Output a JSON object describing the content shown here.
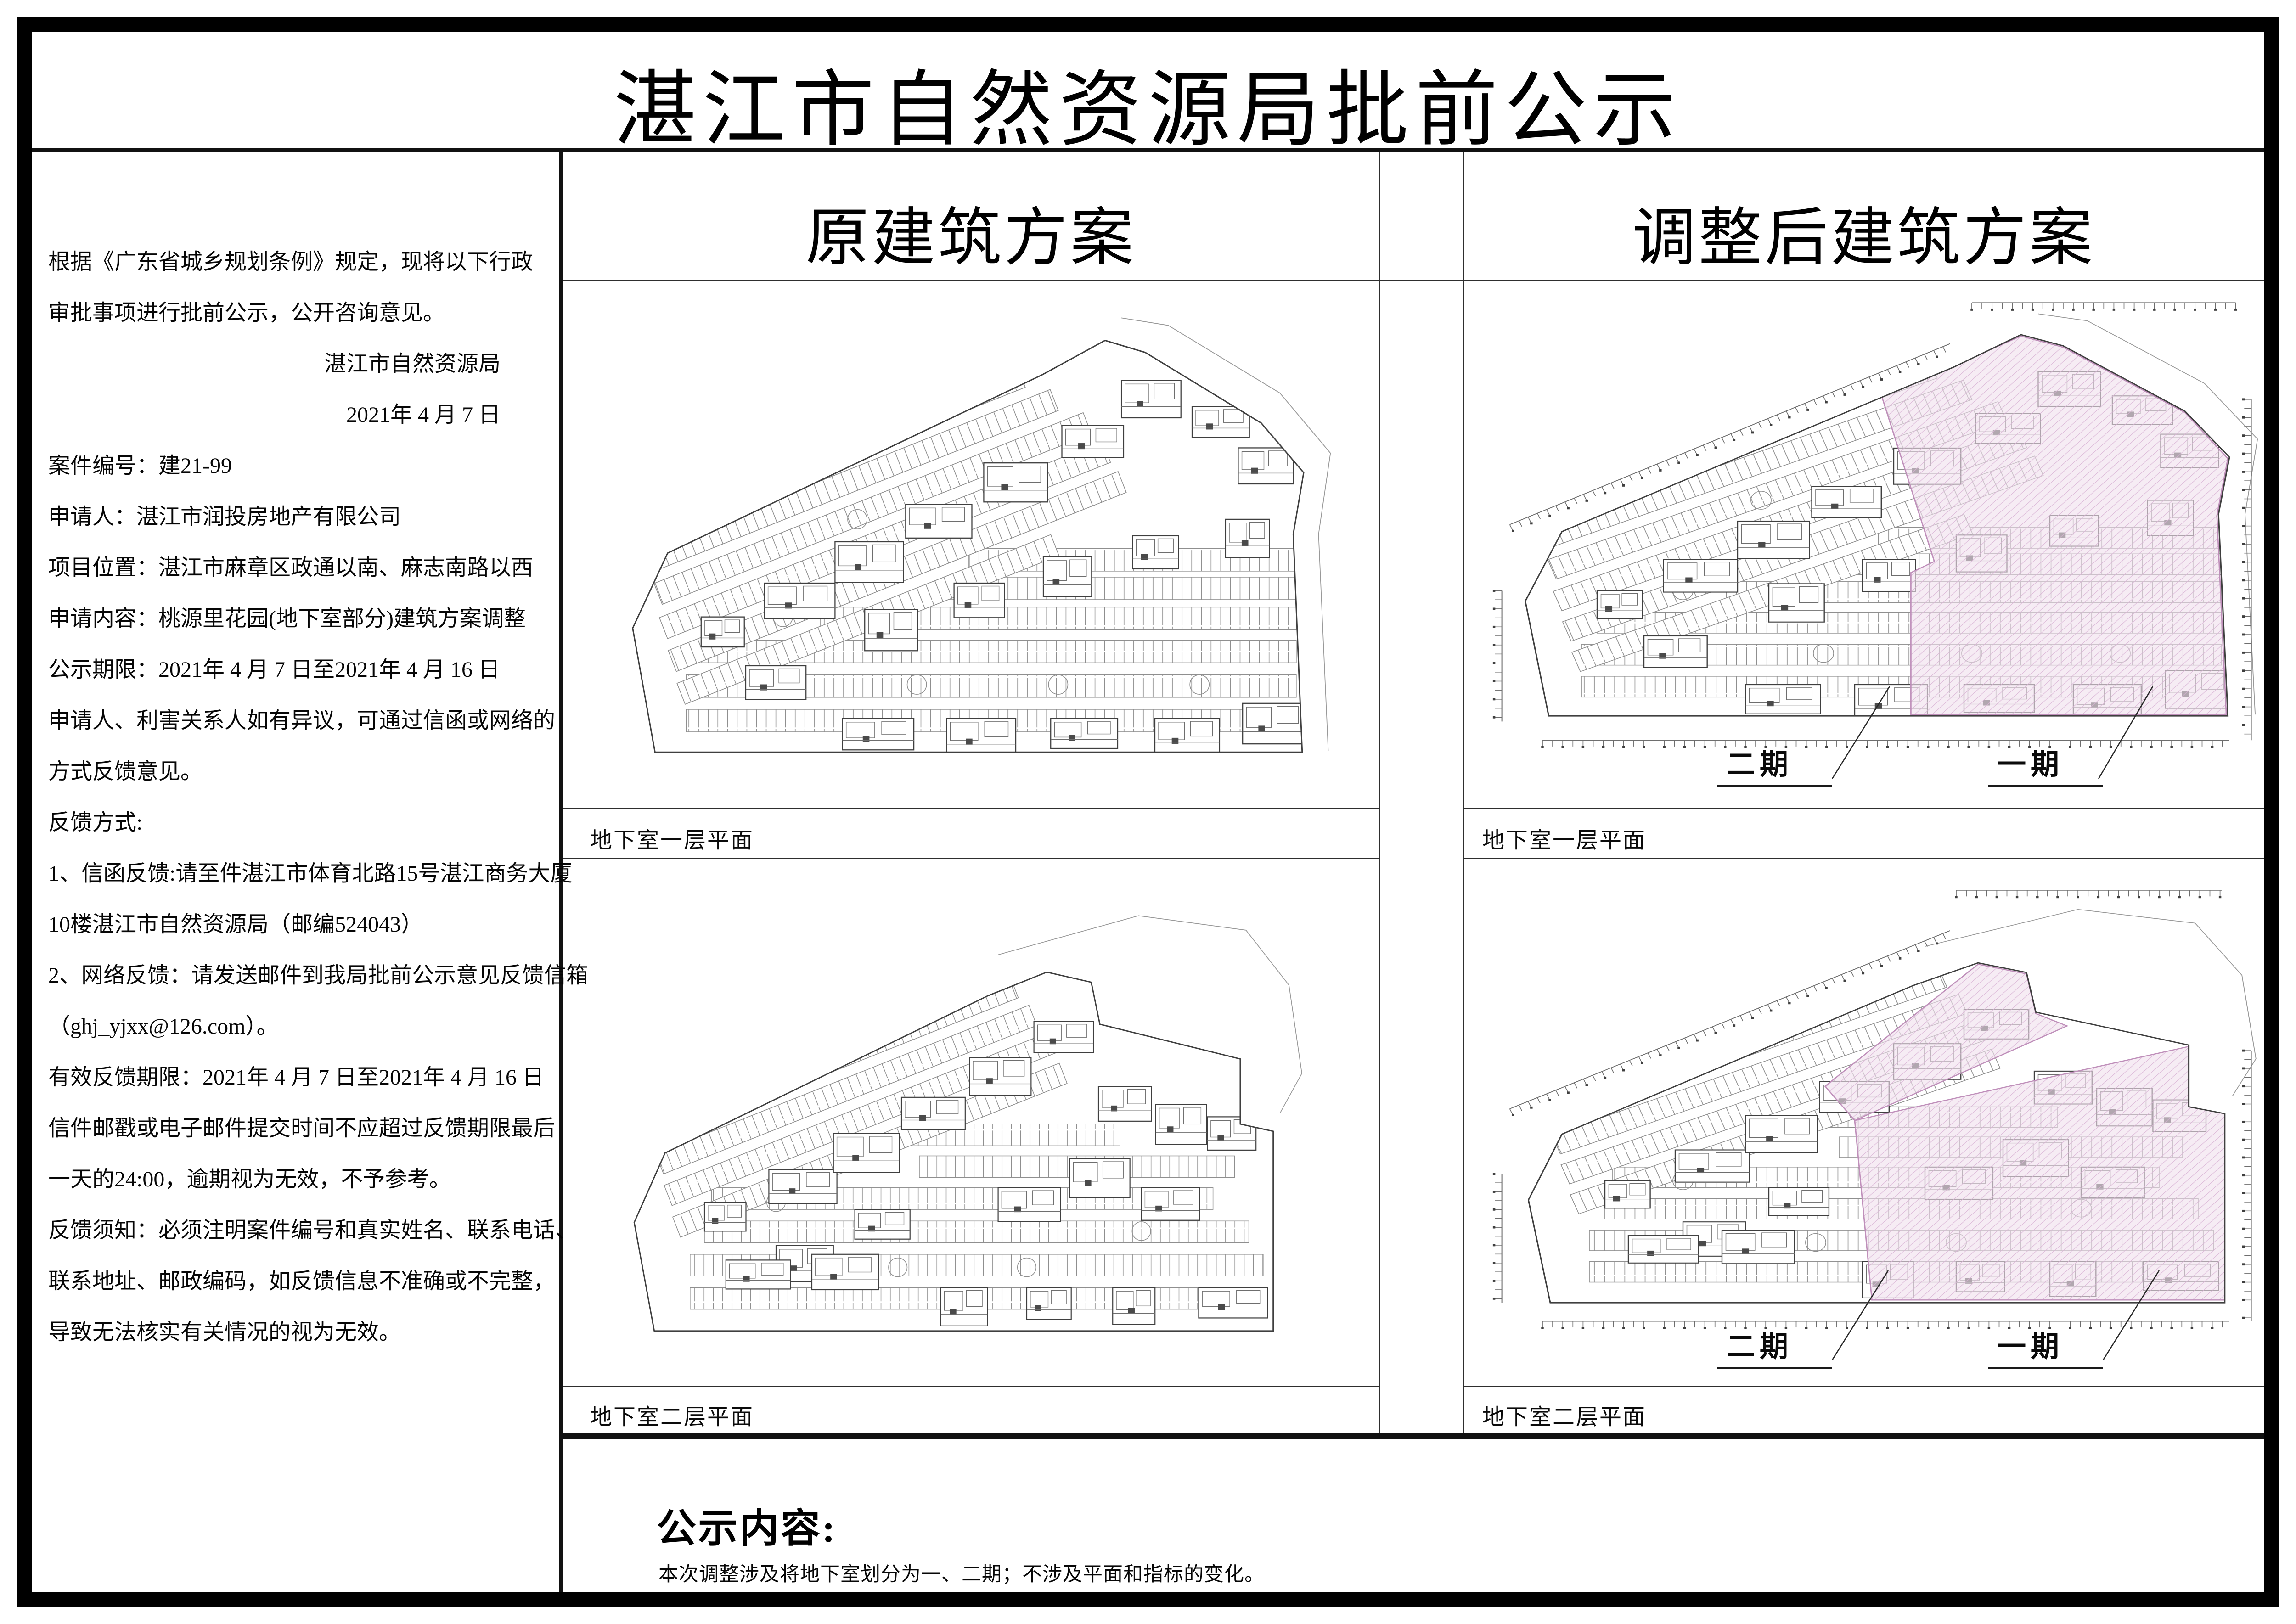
{
  "page_title": "湛江市自然资源局批前公示",
  "left_panel": {
    "lines": [
      {
        "text": "根据《广东省城乡规划条例》规定，现将以下行政",
        "align": "left"
      },
      {
        "text": "审批事项进行批前公示，公开咨询意见。",
        "align": "left"
      },
      {
        "text": "湛江市自然资源局",
        "align": "right"
      },
      {
        "text": "2021年 4 月 7 日",
        "align": "right"
      },
      {
        "text": "案件编号：建21-99",
        "align": "left"
      },
      {
        "text": "申请人：湛江市润投房地产有限公司",
        "align": "left"
      },
      {
        "text": "项目位置：湛江市麻章区政通以南、麻志南路以西",
        "align": "left"
      },
      {
        "text": "申请内容：桃源里花园(地下室部分)建筑方案调整",
        "align": "left"
      },
      {
        "text": "公示期限：2021年 4 月 7 日至2021年 4 月 16 日",
        "align": "left"
      },
      {
        "text": "申请人、利害关系人如有异议，可通过信函或网络的",
        "align": "left"
      },
      {
        "text": "方式反馈意见。",
        "align": "left"
      },
      {
        "text": "反馈方式:",
        "align": "left"
      },
      {
        "text": "1、信函反馈:请至件湛江市体育北路15号湛江商务大厦",
        "align": "left"
      },
      {
        "text": "10楼湛江市自然资源局（邮编524043）",
        "align": "left"
      },
      {
        "text": "2、网络反馈：请发送邮件到我局批前公示意见反馈信箱",
        "align": "left"
      },
      {
        "text": "（ghj_yjxx@126.com）。",
        "align": "left"
      },
      {
        "text": "有效反馈期限：2021年 4 月 7 日至2021年 4 月 16 日",
        "align": "left"
      },
      {
        "text": "信件邮戳或电子邮件提交时间不应超过反馈期限最后",
        "align": "left"
      },
      {
        "text": "一天的24:00，逾期视为无效，不予参考。",
        "align": "left"
      },
      {
        "text": "反馈须知：必须注明案件编号和真实姓名、联系电话、",
        "align": "left"
      },
      {
        "text": "联系地址、邮政编码，如反馈信息不准确或不完整，",
        "align": "left"
      },
      {
        "text": "导致无法核实有关情况的视为无效。",
        "align": "left"
      }
    ]
  },
  "original_plan": {
    "header": "原建筑方案",
    "floor1_label": "地下室一层平面",
    "floor2_label": "地下室二层平面"
  },
  "adjusted_plan": {
    "header": "调整后建筑方案",
    "floor1_label": "地下室一层平面",
    "floor2_label": "地下室二层平面",
    "phase1_label": "一期",
    "phase2_label": "二期"
  },
  "announcement": {
    "heading": "公示内容:",
    "body": "本次调整涉及将地下室划分为一、二期；不涉及平面和指标的变化。"
  },
  "colors": {
    "pink_fill": "#f0e0ee",
    "pink_hatch": "#d9b4d5",
    "pink_line": "#bf8fba",
    "plan_line": "#3f3f3f",
    "plan_mid": "#6e6e6e",
    "band_line": "#8f8f8f",
    "boundary": "#999999",
    "leader": "#2a2a2a"
  }
}
